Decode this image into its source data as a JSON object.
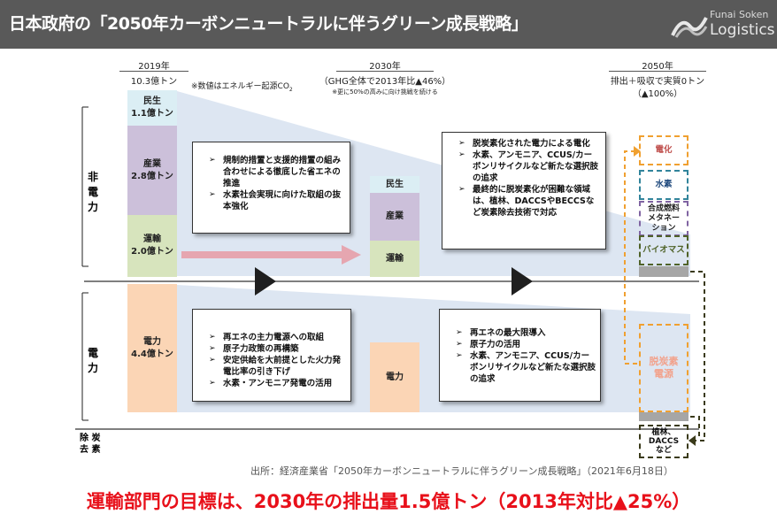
{
  "header": {
    "title": "日本政府の「2050年カーボンニュートラルに伴うグリーン成長戦略」",
    "logo_top": "Funai Soken",
    "logo_main": "Logistics"
  },
  "rows": {
    "non_power": "非\n電\n力",
    "power": "電\n力",
    "removal": "除 炭\n去 素"
  },
  "year2019": {
    "year": "2019年",
    "total": "10.3億トン",
    "note": "※数値はエネルギー起源CO",
    "note_sub": "2",
    "minsei": "民生\n1.1億トン",
    "sangyo": "産業\n2.8億トン",
    "unyu": "運輸\n2.0億トン",
    "denryoku": "電力\n4.4億トン"
  },
  "year2030": {
    "year": "2030年",
    "target": "（GHG全体で2013年比▲46%）",
    "note": "※更に50%の高みに向け挑戦を続ける",
    "minsei": "民生",
    "sangyo": "産業",
    "unyu": "運輸",
    "denryoku": "電力"
  },
  "year2050": {
    "year": "2050年",
    "goal": "排出＋吸収で実質0トン",
    "pct": "（▲100%）",
    "denka": "電化",
    "suiso": "水素",
    "gosei": "合成燃料\nメタネー\nション",
    "biomass": "バイオマス",
    "datsutanso": "脱炭素\n電源",
    "removal": "植林、\nDACCS\nなど"
  },
  "boxes": {
    "non_power_2030": [
      "規制的措置と支援的措置の組み合わせによる徹底した省エネの推進",
      "水素社会実現に向けた取組の抜本強化"
    ],
    "non_power_2050": [
      "脱炭素化された電力による電化",
      "水素、アンモニア、CCUS/カーボンリサイクルなど新たな選択肢の追求",
      "最終的に脱炭素化が困難な領域は、植林、DACCSやBECCSなど炭素除去技術で対応"
    ],
    "power_2030": [
      "再エネの主力電源への取組",
      "原子力政策の再構築",
      "安定供給を大前提とした火力発電比率の引き下げ",
      "水素・アンモニア発電の活用"
    ],
    "power_2050": [
      "再エネの最大限導入",
      "原子力の活用",
      "水素、アンモニア、CCUS/カーボンリサイクルなど新たな選択肢の追求"
    ]
  },
  "source": "出所：経済産業省「2050年カーボンニュートラルに伴うグリーン成長戦略」（2021年6月18日）",
  "footer": "運輸部門の目標は、2030年の排出量1.5億トン（2013年対比▲25%）",
  "colors": {
    "header_bg": "#595959",
    "minsei": "#dbeef4",
    "sangyo": "#ccc0da",
    "unyu": "#d7e4bd",
    "denryoku": "#fbd5b5",
    "footer_text": "#e8101a",
    "arrow_pink": "#e6a6b0"
  }
}
